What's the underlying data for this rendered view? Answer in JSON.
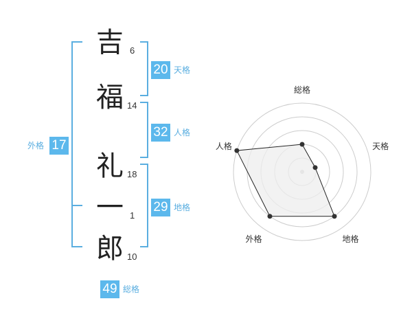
{
  "name": {
    "chars": [
      {
        "char": "吉",
        "strokes": "6"
      },
      {
        "char": "福",
        "strokes": "14"
      },
      {
        "char": "礼",
        "strokes": "18"
      },
      {
        "char": "一",
        "strokes": "1"
      },
      {
        "char": "郎",
        "strokes": "10"
      }
    ]
  },
  "kakusu": {
    "tenkaku": {
      "value": "20",
      "label": "天格"
    },
    "jinkaku": {
      "value": "32",
      "label": "人格"
    },
    "chikaku": {
      "value": "29",
      "label": "地格"
    },
    "gaikaku": {
      "value": "17",
      "label": "外格"
    },
    "soukaku": {
      "value": "49",
      "label": "総格"
    }
  },
  "colors": {
    "accent": "#5cb8ec",
    "bracket": "#5aaee0",
    "radar_grid": "#cccccc",
    "radar_fill": "#eeeeee"
  },
  "chart_data": {
    "type": "radar",
    "axes": [
      "総格",
      "天格",
      "地格",
      "外格",
      "人格"
    ],
    "values": [
      2,
      1,
      4,
      4,
      5
    ],
    "range": [
      0,
      5
    ],
    "rings": 5
  }
}
